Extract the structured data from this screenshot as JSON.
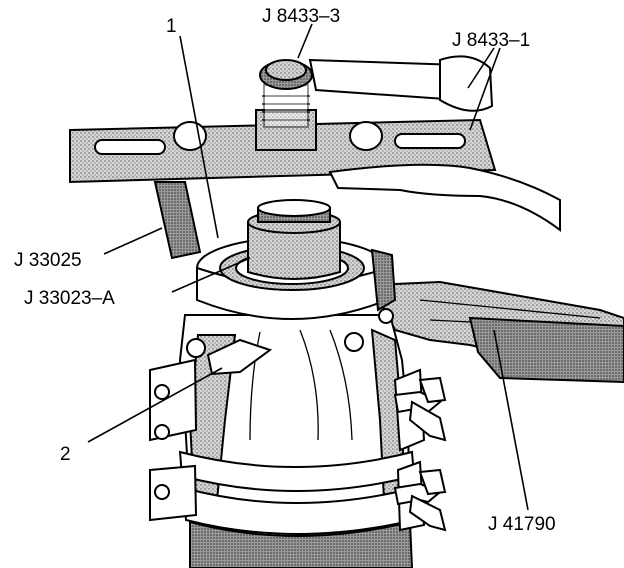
{
  "figure": {
    "callouts": {
      "label_1": "1",
      "label_2": "2",
      "j8433_3": "J 8433–3",
      "j8433_1": "J 8433–1",
      "j33025": "J 33025",
      "j33023a": "J 33023–A",
      "j41790": "J 41790"
    }
  }
}
